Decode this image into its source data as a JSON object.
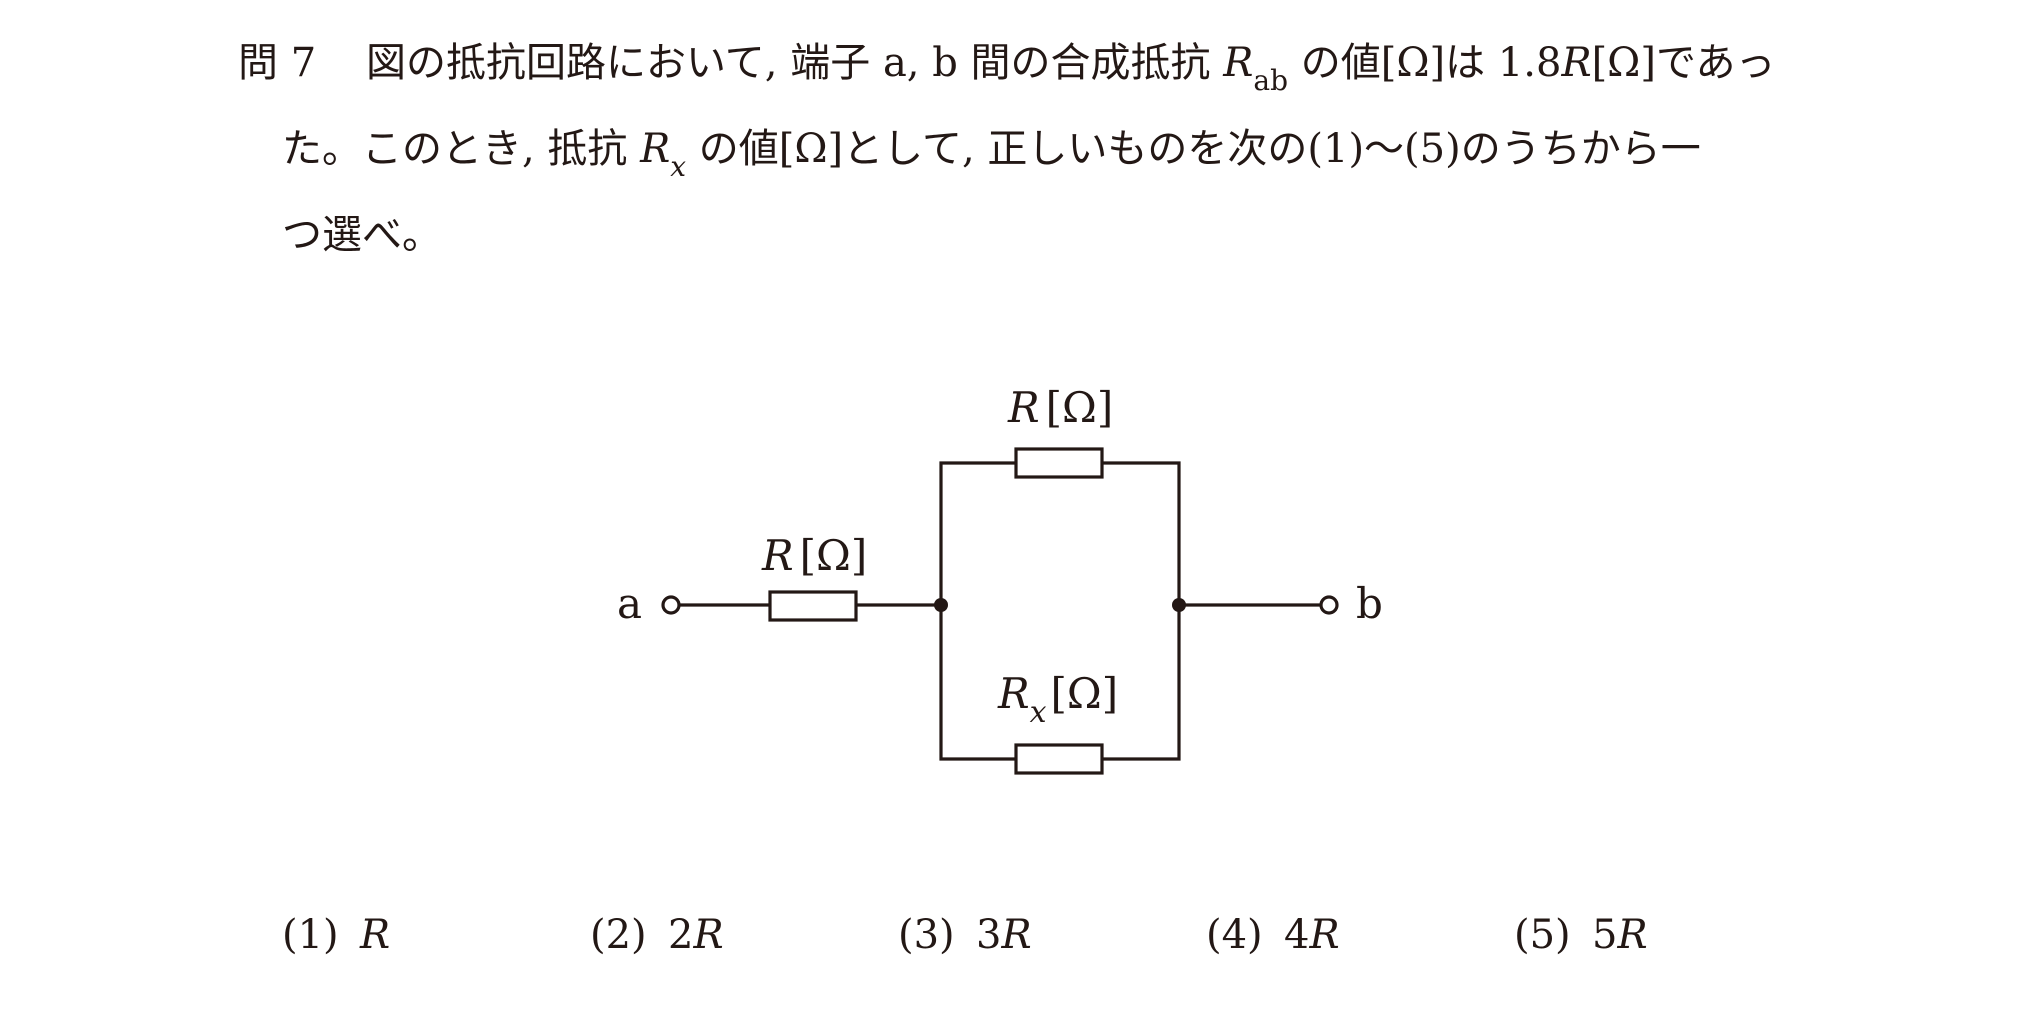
{
  "question": {
    "number": "問 7",
    "line1_a": "図の抵抗回路において, 端子 a, b 間の合成抵抗 ",
    "line1_var": "R",
    "line1_sub": "ab",
    "line1_b": " の値[Ω]は 1.8",
    "line1_var2": "R",
    "line1_c": "[Ω]であっ",
    "line2_a": "た。このとき, 抵抗 ",
    "line2_var": "R",
    "line2_sub": "x",
    "line2_b": " の値[Ω]として, 正しいものを次の(1)～(5)のうちから一",
    "line3": "つ選べ。"
  },
  "circuit": {
    "terminal_a": "a",
    "terminal_b": "b",
    "series_resistor_var": "R",
    "series_resistor_unit": "[Ω]",
    "top_resistor_var": "R",
    "top_resistor_unit": "[Ω]",
    "bottom_resistor_var": "R",
    "bottom_resistor_sub": "x",
    "bottom_resistor_unit": "[Ω]"
  },
  "choices": [
    {
      "num": "(1)",
      "coef": "",
      "var": "R"
    },
    {
      "num": "(2)",
      "coef": "2",
      "var": "R"
    },
    {
      "num": "(3)",
      "coef": "3",
      "var": "R"
    },
    {
      "num": "(4)",
      "coef": "4",
      "var": "R"
    },
    {
      "num": "(5)",
      "coef": "5",
      "var": "R"
    }
  ]
}
